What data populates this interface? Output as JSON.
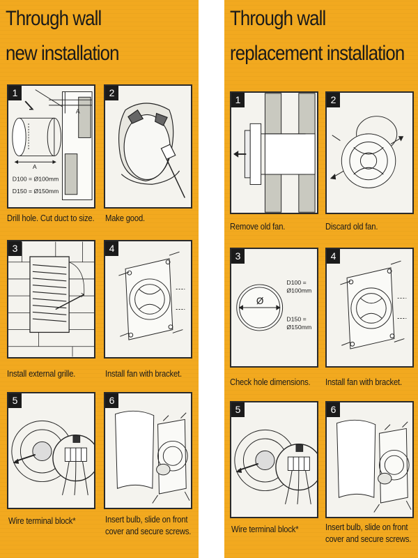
{
  "left": {
    "title_line1": "Through wall",
    "title_line2": "new installation",
    "steps": [
      {
        "num": "1",
        "caption": "Drill hole. Cut duct to size.",
        "note1": "D100 = Ø100mm",
        "note2": "D150 = Ø150mm",
        "dim_a": "A"
      },
      {
        "num": "2",
        "caption": "Make good."
      },
      {
        "num": "3",
        "caption": "Install external grille."
      },
      {
        "num": "4",
        "caption": "Install fan with bracket."
      },
      {
        "num": "5",
        "caption": "Wire terminal block*"
      },
      {
        "num": "6",
        "caption_line1": "Insert bulb, slide on front",
        "caption_line2": "cover and secure screws."
      }
    ]
  },
  "right": {
    "title_line1": "Through wall",
    "title_line2": "replacement installation",
    "steps": [
      {
        "num": "1",
        "caption": "Remove old fan."
      },
      {
        "num": "2",
        "caption": "Discard old fan."
      },
      {
        "num": "3",
        "caption": "Check hole dimensions.",
        "symbol": "Ø",
        "note1a": "D100 =",
        "note1b": "Ø100mm",
        "note2a": "D150 =",
        "note2b": "Ø150mm"
      },
      {
        "num": "4",
        "caption": "Install fan with bracket."
      },
      {
        "num": "5",
        "caption": "Wire terminal block*"
      },
      {
        "num": "6",
        "caption_line1": "Insert bulb, slide on front",
        "caption_line2": "cover and secure screws."
      }
    ]
  },
  "colors": {
    "background": "#f2a91f",
    "step_box": "#f4f3ee",
    "ink": "#1a1a1a"
  }
}
